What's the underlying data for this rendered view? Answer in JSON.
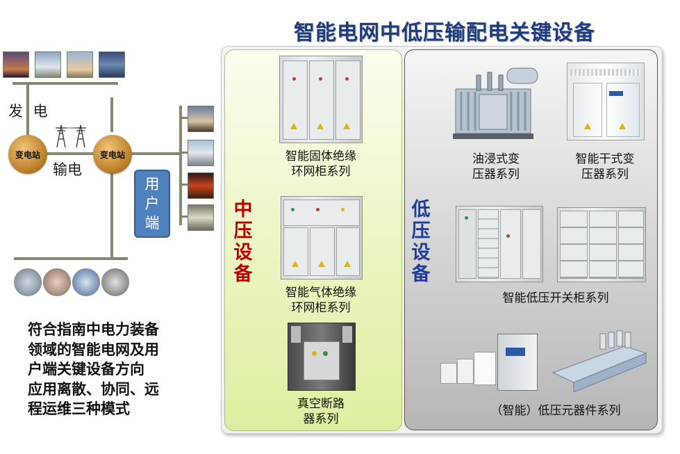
{
  "title": "智能电网中低压输配电关键设备",
  "flow": {
    "generation_label": "发 电",
    "transmission_label": "输电",
    "station1": "变电站",
    "station2": "变电站",
    "user_label": "用\n户\n端",
    "user_chars": [
      "用",
      "户",
      "端"
    ]
  },
  "description": [
    "符合指南中电力装备",
    "领域的智能电网及用",
    "户端关键设备方向",
    "应用离散、协同、远",
    "程运维三种模式"
  ],
  "medium_voltage": {
    "label_chars": [
      "中",
      "压",
      "设",
      "备"
    ],
    "items": [
      {
        "caption_lines": [
          "智能固体绝缘",
          "环网柜系列"
        ]
      },
      {
        "caption_lines": [
          "智能气体绝缘",
          "环网柜系列"
        ]
      },
      {
        "caption_lines": [
          "真空断路",
          "器系列"
        ]
      }
    ]
  },
  "low_voltage": {
    "label_chars": [
      "低",
      "压",
      "设",
      "备"
    ],
    "items": [
      {
        "caption_lines": [
          "油浸式变",
          "压器系列"
        ]
      },
      {
        "caption_lines": [
          "智能干式变",
          "压器系列"
        ]
      },
      {
        "caption_lines": [
          "智能低压开关柜系列"
        ]
      },
      {
        "caption_lines": [
          "（智能）低压元器件系列"
        ]
      }
    ]
  },
  "colors": {
    "title": "#1f3d7a",
    "mv_label": "#c00000",
    "lv_label": "#1f3d9c",
    "user_box": "#4f81bd",
    "station": "#c8892e"
  }
}
